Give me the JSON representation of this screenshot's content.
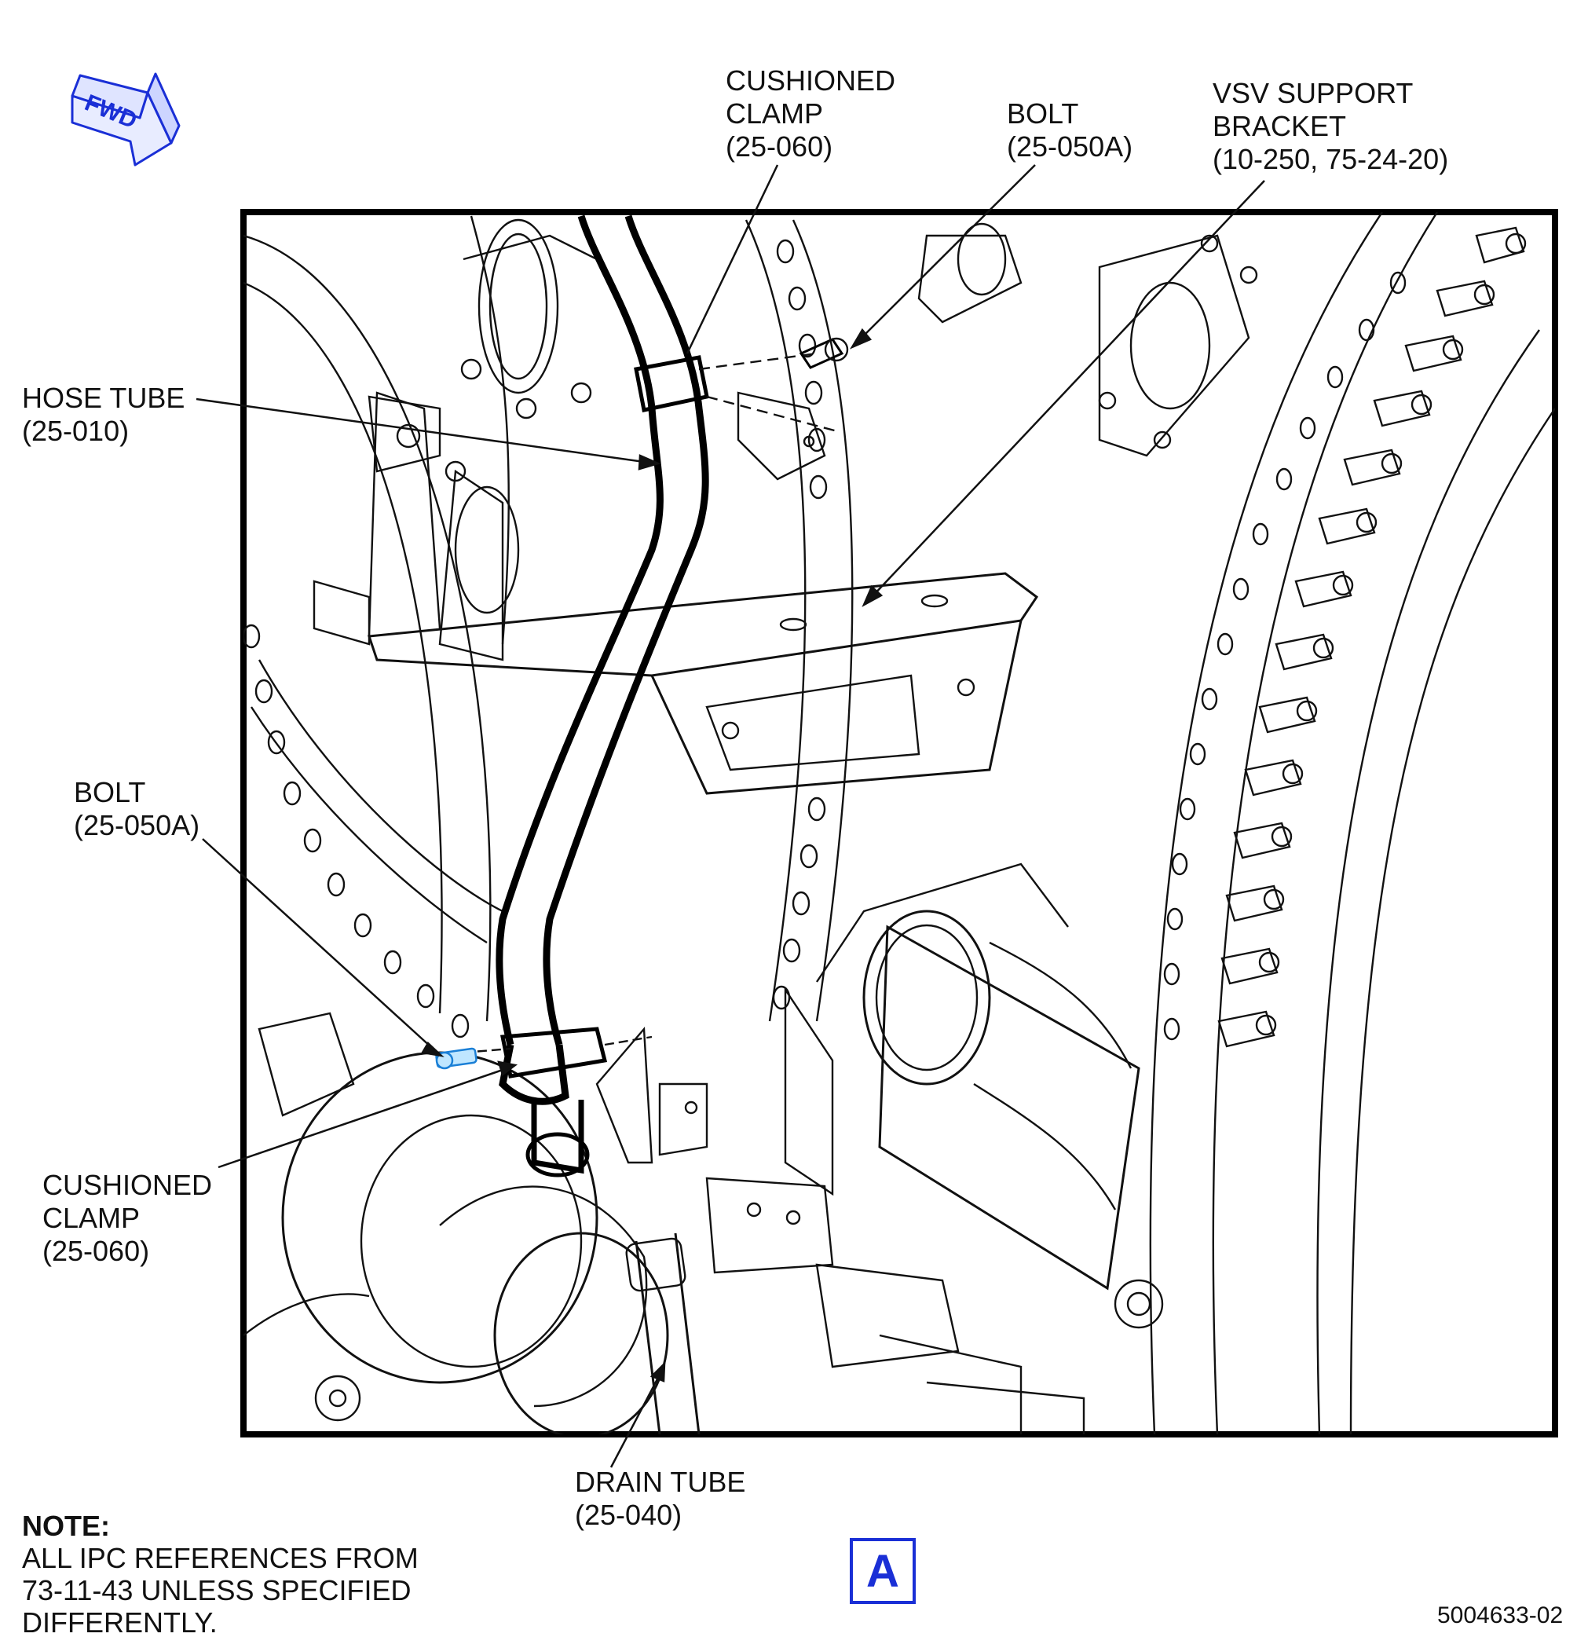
{
  "fwd_arrow": {
    "label": "FWD",
    "color": "#1a2fd6"
  },
  "callouts": {
    "cushioned_clamp_top": {
      "line1": "CUSHIONED",
      "line2": "CLAMP",
      "line3": "(25-060)"
    },
    "bolt_top": {
      "line1": "BOLT",
      "line2": "(25-050A)"
    },
    "vsv_support_bracket": {
      "line1": "VSV SUPPORT",
      "line2": "BRACKET",
      "line3": "(10-250, 75-24-20)"
    },
    "hose_tube": {
      "line1": "HOSE TUBE",
      "line2": "(25-010)"
    },
    "bolt_bottom": {
      "line1": "BOLT",
      "line2": "(25-050A)"
    },
    "cushioned_clamp_bottom": {
      "line1": "CUSHIONED",
      "line2": "CLAMP",
      "line3": "(25-060)"
    },
    "drain_tube": {
      "line1": "DRAIN TUBE",
      "line2": "(25-040)"
    }
  },
  "note": {
    "header": "NOTE:",
    "line1": "ALL IPC REFERENCES FROM",
    "line2": "73-11-43 UNLESS SPECIFIED",
    "line3": "DIFFERENTLY."
  },
  "view_label": {
    "text": "A",
    "color": "#1a2fd6"
  },
  "figure_id": "5004633-02"
}
